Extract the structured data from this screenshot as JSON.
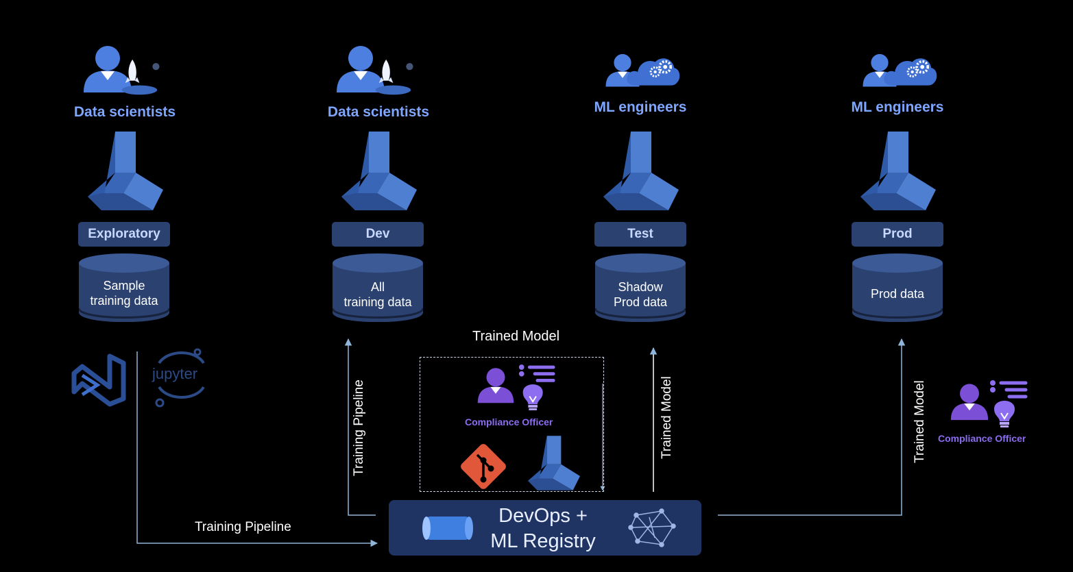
{
  "columns": [
    {
      "role": "Data scientists",
      "env": "Exploratory",
      "db_lines": [
        "Sample",
        "training data"
      ]
    },
    {
      "role": "Data scientists",
      "env": "Dev",
      "db_lines": [
        "All",
        "training data"
      ]
    },
    {
      "role": "ML engineers",
      "env": "Test",
      "db_lines": [
        "Shadow",
        "Prod data"
      ]
    },
    {
      "role": "ML engineers",
      "env": "Prod",
      "db_lines": [
        "Prod data"
      ]
    }
  ],
  "tools": {
    "jupyter": "jupyter"
  },
  "flow": {
    "training_pipeline_horizontal": "Training Pipeline",
    "training_pipeline_vertical": "Training Pipeline",
    "trained_model_title": "Trained Model",
    "trained_model_test": "Trained Model",
    "trained_model_prod": "Trained Model"
  },
  "compliance": {
    "center": "Compliance Officer",
    "right": "Compliance Officer"
  },
  "devops": {
    "line1": "DevOps +",
    "line2": "ML Registry"
  },
  "colors": {
    "background": "#000000",
    "role_text": "#7fa6ff",
    "env_tag": "#2b4170",
    "database": "#2b4170",
    "devops_box": "#1f3462",
    "compliance": "#8c6cf0",
    "git": "#e0573a",
    "arrow": "#8fb6d8"
  },
  "icons": [
    "scientist-rocket-icon",
    "engineer-cloud-gear-icon",
    "azure-ml-icon",
    "database-icon",
    "visual-studio-icon",
    "jupyter-icon",
    "git-icon",
    "pipeline-icon",
    "network-icon",
    "compliance-officer-icon",
    "bulb-icon"
  ]
}
